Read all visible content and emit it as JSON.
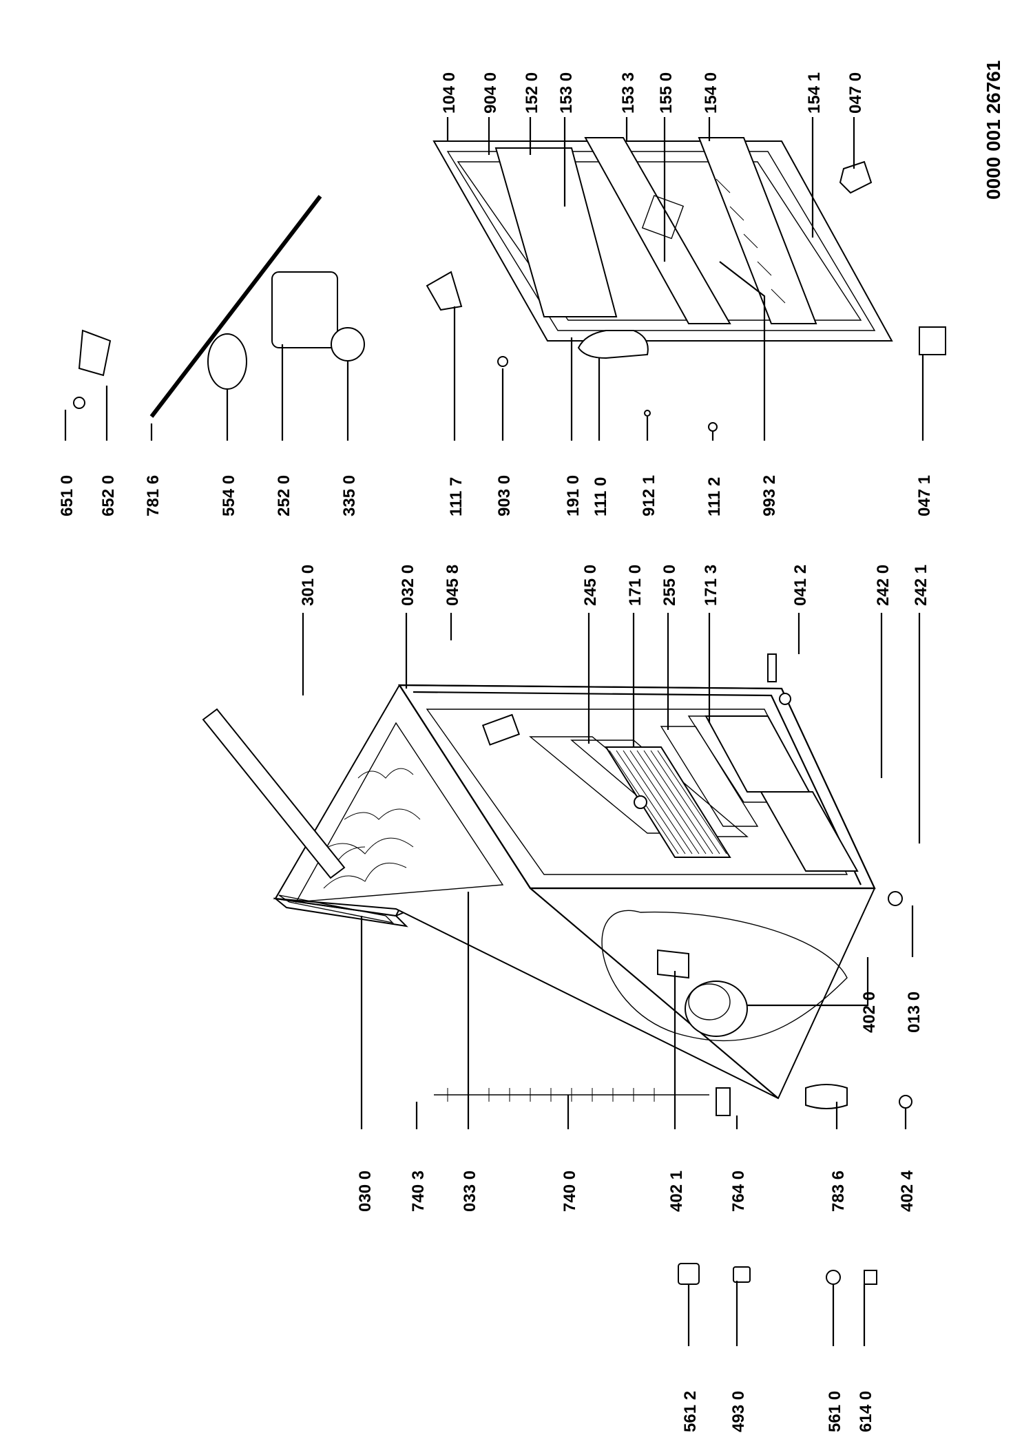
{
  "document_number": "0000 001 26761",
  "callouts": [
    {
      "id": "030",
      "text": "030 0"
    },
    {
      "id": "740a",
      "text": "740 3"
    },
    {
      "id": "033",
      "text": "033 0"
    },
    {
      "id": "740b",
      "text": "740 0"
    },
    {
      "id": "402a",
      "text": "402 1"
    },
    {
      "id": "764",
      "text": "764 0"
    },
    {
      "id": "783",
      "text": "783 6"
    },
    {
      "id": "402b",
      "text": "402 4"
    },
    {
      "id": "402c",
      "text": "402 0"
    },
    {
      "id": "013",
      "text": "013 0"
    },
    {
      "id": "301",
      "text": "301 0"
    },
    {
      "id": "032",
      "text": "032 0"
    },
    {
      "id": "045",
      "text": "045 8"
    },
    {
      "id": "245",
      "text": "245 0"
    },
    {
      "id": "171a",
      "text": "171 0"
    },
    {
      "id": "255",
      "text": "255 0"
    },
    {
      "id": "171b",
      "text": "171 3"
    },
    {
      "id": "041",
      "text": "041 2"
    },
    {
      "id": "242a",
      "text": "242 0"
    },
    {
      "id": "242b",
      "text": "242 1"
    },
    {
      "id": "561a",
      "text": "561 2"
    },
    {
      "id": "493",
      "text": "493 0"
    },
    {
      "id": "561b",
      "text": "561 0"
    },
    {
      "id": "614",
      "text": "614 0"
    },
    {
      "id": "651",
      "text": "651 0"
    },
    {
      "id": "652",
      "text": "652 0"
    },
    {
      "id": "781",
      "text": "781 6"
    },
    {
      "id": "554",
      "text": "554 0"
    },
    {
      "id": "252",
      "text": "252 0"
    },
    {
      "id": "335",
      "text": "335 0"
    },
    {
      "id": "111a",
      "text": "111 7"
    },
    {
      "id": "903",
      "text": "903 0"
    },
    {
      "id": "191",
      "text": "191 0"
    },
    {
      "id": "111b",
      "text": "111 0"
    },
    {
      "id": "912",
      "text": "912 1"
    },
    {
      "id": "111c",
      "text": "111 2"
    },
    {
      "id": "993",
      "text": "993 2"
    },
    {
      "id": "047a",
      "text": "047 1"
    },
    {
      "id": "104",
      "text": "104 0"
    },
    {
      "id": "904",
      "text": "904 0"
    },
    {
      "id": "152",
      "text": "152 0"
    },
    {
      "id": "153a",
      "text": "153 0"
    },
    {
      "id": "153b",
      "text": "153 3"
    },
    {
      "id": "155",
      "text": "155 0"
    },
    {
      "id": "154a",
      "text": "154 0"
    },
    {
      "id": "154b",
      "text": "154 1"
    },
    {
      "id": "047b",
      "text": "047 0"
    }
  ]
}
